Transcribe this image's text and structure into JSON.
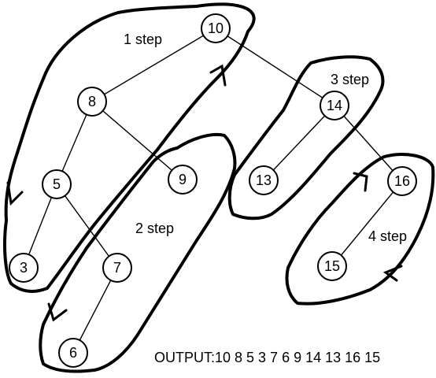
{
  "nodes": [
    {
      "id": "n10",
      "label": "10"
    },
    {
      "id": "n8",
      "label": "8"
    },
    {
      "id": "n5",
      "label": "5"
    },
    {
      "id": "n3",
      "label": "3"
    },
    {
      "id": "n7",
      "label": "7"
    },
    {
      "id": "n6",
      "label": "6"
    },
    {
      "id": "n9",
      "label": "9"
    },
    {
      "id": "n14",
      "label": "14"
    },
    {
      "id": "n13",
      "label": "13"
    },
    {
      "id": "n16",
      "label": "16"
    },
    {
      "id": "n15",
      "label": "15"
    }
  ],
  "steps": {
    "step1": "1 step",
    "step2": "2 step",
    "step3": "3 step",
    "step4": "4 step"
  },
  "output": "OUTPUT:10 8 5 3 7 6 9 14 13 16 15"
}
